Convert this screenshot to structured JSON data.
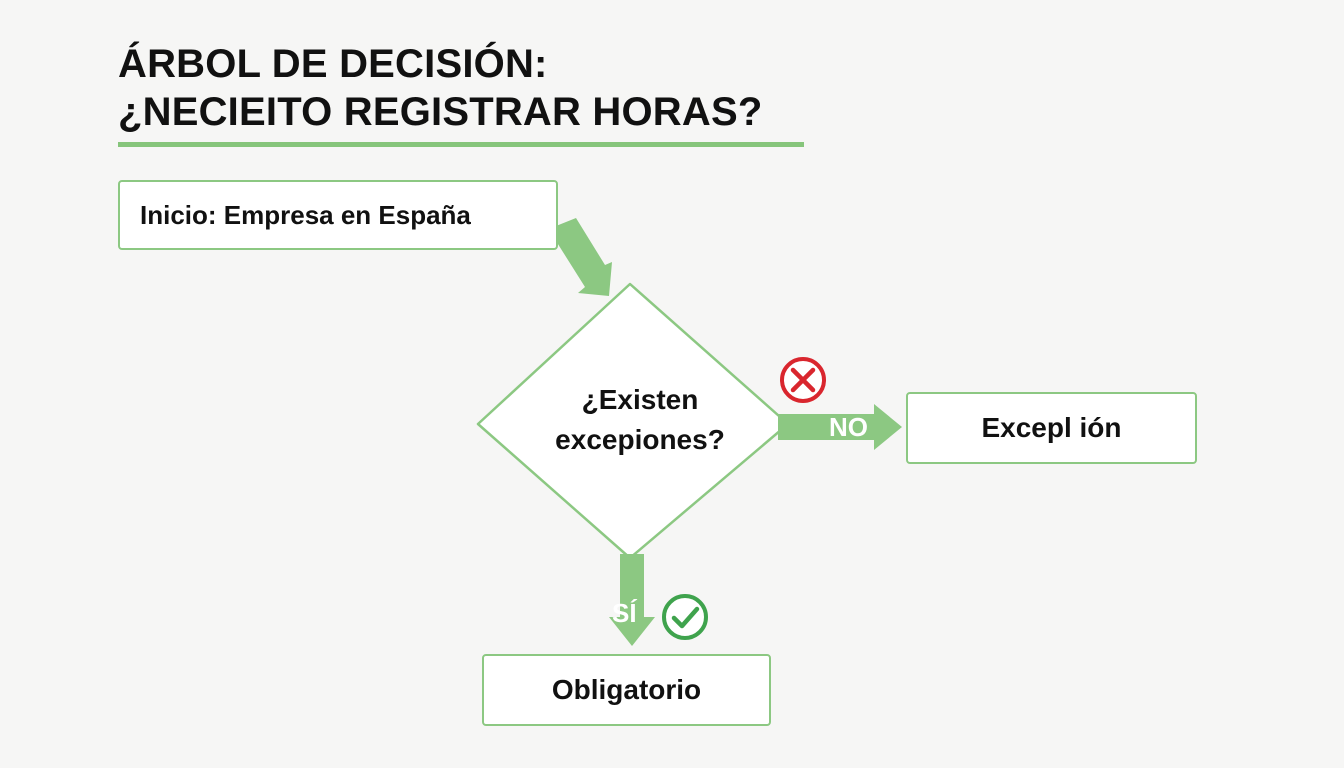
{
  "title": {
    "line1": "ÁRBOL DE DECISIÓN:",
    "line2": "¿NECIEITO REGISTRAR HORAS?"
  },
  "nodes": {
    "start": "Inicio: Empresa en España",
    "decision_line1": "¿Existen",
    "decision_line2": "excepiones?",
    "exception": "Excepl ión",
    "mandatory": "Obligatorio"
  },
  "edges": {
    "no_label": "NO",
    "si_label": "SÍ"
  },
  "icons": {
    "no_icon": "x-circle-icon",
    "si_icon": "check-circle-icon"
  },
  "colors": {
    "accent_green": "#86c57b",
    "border_green": "#8cc882",
    "negative_red": "#d9262e",
    "positive_green": "#3fa34d"
  }
}
